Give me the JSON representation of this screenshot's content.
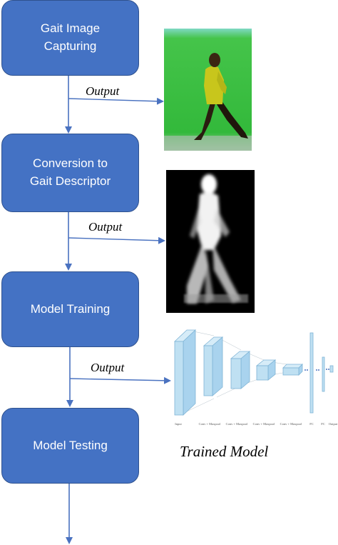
{
  "boxes": [
    {
      "label": "Gait Image\nCapturing"
    },
    {
      "label": "Conversion to\nGait Descriptor"
    },
    {
      "label": "Model Training"
    },
    {
      "label": "Model Testing"
    }
  ],
  "output_labels": [
    "Output",
    "Output",
    "Output"
  ],
  "images": {
    "captured": "walking person on green background",
    "descriptor": "gait energy silhouette",
    "model": "CNN architecture diagram"
  },
  "model_caption": "Trained Model",
  "cnn_layer_labels": [
    "Input",
    "Conv +\nMaxpool",
    "Conv +\nMaxpool",
    "Conv +\nMaxpool",
    "Conv +\nMaxpool",
    "FC",
    "FC",
    "Output"
  ],
  "colors": {
    "box_fill": "#4472c4",
    "box_border": "#2f528f",
    "arrow": "#4a72c0",
    "green_bg": "#3fc23f",
    "cnn_block": "#bfe0f2"
  }
}
